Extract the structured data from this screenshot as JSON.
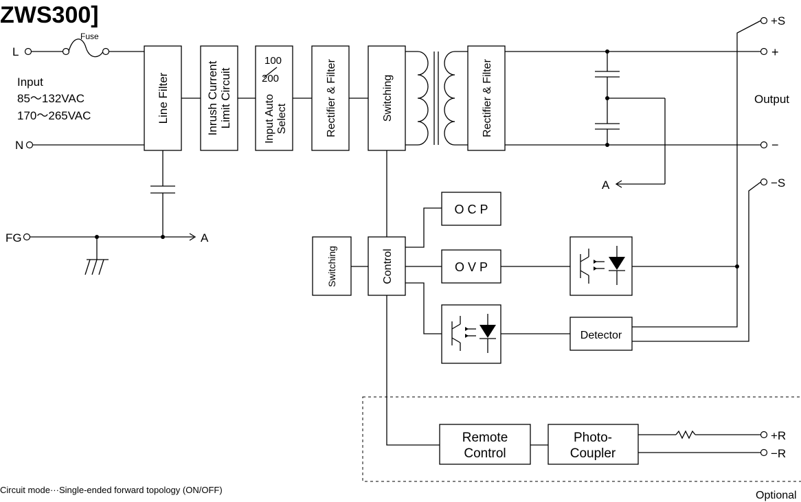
{
  "title": "ZWS300]",
  "fuse_label": "Fuse",
  "terminals": {
    "L": "L",
    "N": "N",
    "FG": "FG",
    "plus_s": "+S",
    "plus": "+",
    "minus": "−",
    "minus_s": "−S",
    "plus_r": "+R",
    "minus_r": "−R"
  },
  "input": {
    "label": "Input",
    "range1": "85〜132VAC",
    "range2": "170〜265VAC"
  },
  "output_label": "Output",
  "optional_label": "Optional",
  "blocks": {
    "line_filter": "Line Filter",
    "inrush_1": "Inrush Current",
    "inrush_2": "Limit Circuit",
    "auto_1": "Input Auto",
    "auto_2": "Select",
    "auto_v100": "100",
    "auto_v200": "200",
    "rectifier_in": "Rectifier & Filter",
    "switching_main": "Switching",
    "rectifier_out": "Rectifier & Filter",
    "switching_aux": "Switching",
    "control": "Control",
    "ocp": "O C P",
    "ovp": "O V P",
    "detector": "Detector",
    "remote_1": "Remote",
    "remote_2": "Control",
    "photo_1": "Photo-",
    "photo_2": "Coupler"
  },
  "marker_a": "A",
  "footnote": "Circuit mode···Single-ended forward topology (ON/OFF)"
}
